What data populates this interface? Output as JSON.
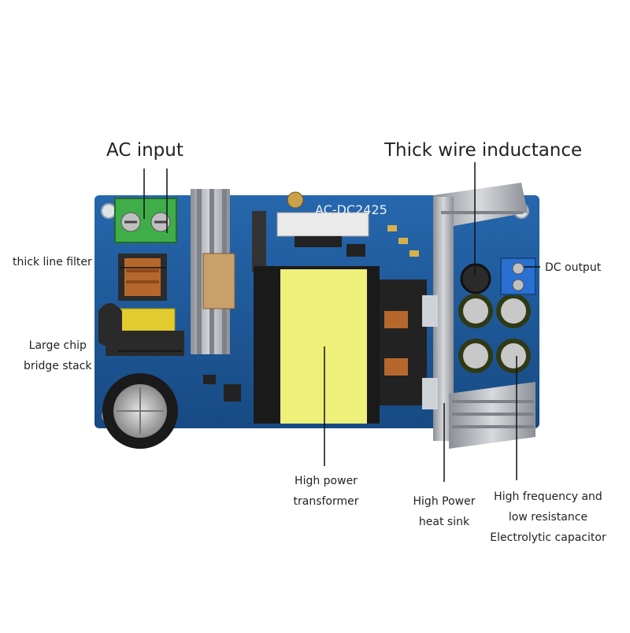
{
  "board": {
    "silkscreen_model": "AC-DC2425",
    "pcb_color": "#1f5c9e",
    "terminal_green": "#3fae49",
    "terminal_blue": "#2a6fd1",
    "transformer_tape": "#eef07a",
    "heatsink_color": "#b9bcc1"
  },
  "labels": {
    "ac_input": "AC input",
    "thick_wire_inductance": "Thick wire inductance",
    "thick_line_filter": "thick line filter",
    "large_chip_line1": "Large chip",
    "large_chip_line2": "bridge stack",
    "dc_output": "DC output",
    "transformer_line1": "High power",
    "transformer_line2": "transformer",
    "heatsink_line1": "High Power",
    "heatsink_line2": "heat sink",
    "capacitor_line1": "High frequency and",
    "capacitor_line2": "low resistance",
    "capacitor_line3": "Electrolytic capacitor"
  }
}
